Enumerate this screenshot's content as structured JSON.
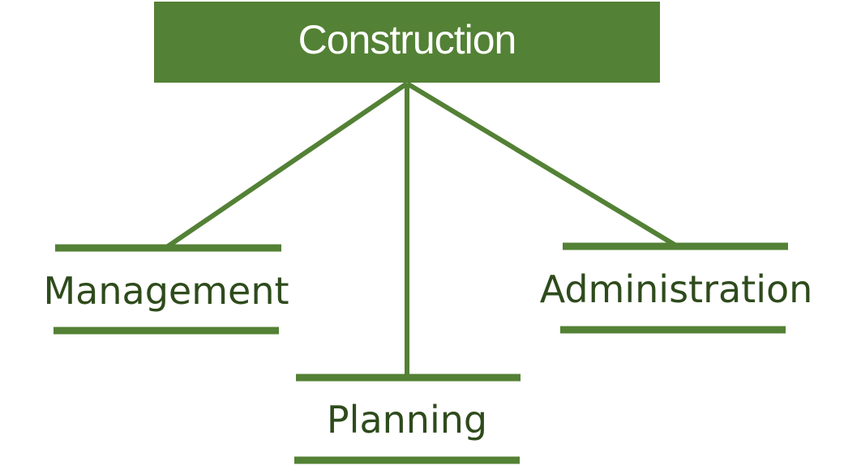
{
  "diagram": {
    "root": {
      "label": "Construction"
    },
    "children": [
      {
        "key": "management",
        "label": "Management"
      },
      {
        "key": "planning",
        "label": "Planning"
      },
      {
        "key": "administration",
        "label": "Administration"
      }
    ]
  },
  "colors": {
    "accent": "#538135",
    "root_text": "#ffffff",
    "node_text": "#2e4b1c",
    "background": "#ffffff"
  }
}
